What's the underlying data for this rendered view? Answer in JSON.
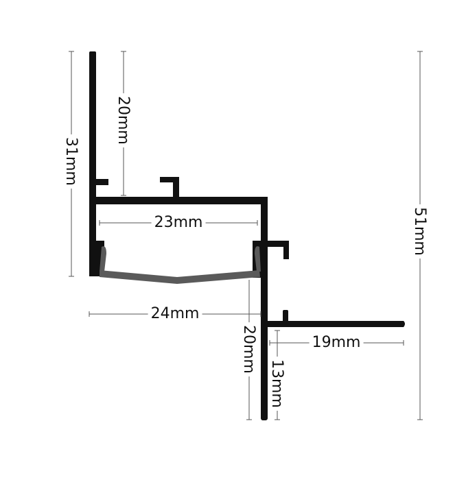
{
  "diagram": {
    "dimensions": {
      "left_height": "31mm",
      "top_flange_height": "20mm",
      "inner_width": "23mm",
      "outer_width": "24mm",
      "lower_height": "20mm",
      "wing_height": "13mm",
      "wing_width": "19mm",
      "total_height": "51mm"
    },
    "colors": {
      "profile": "#111111",
      "diffuser": "#5a5a5a",
      "dimension_line": "#555555"
    }
  }
}
